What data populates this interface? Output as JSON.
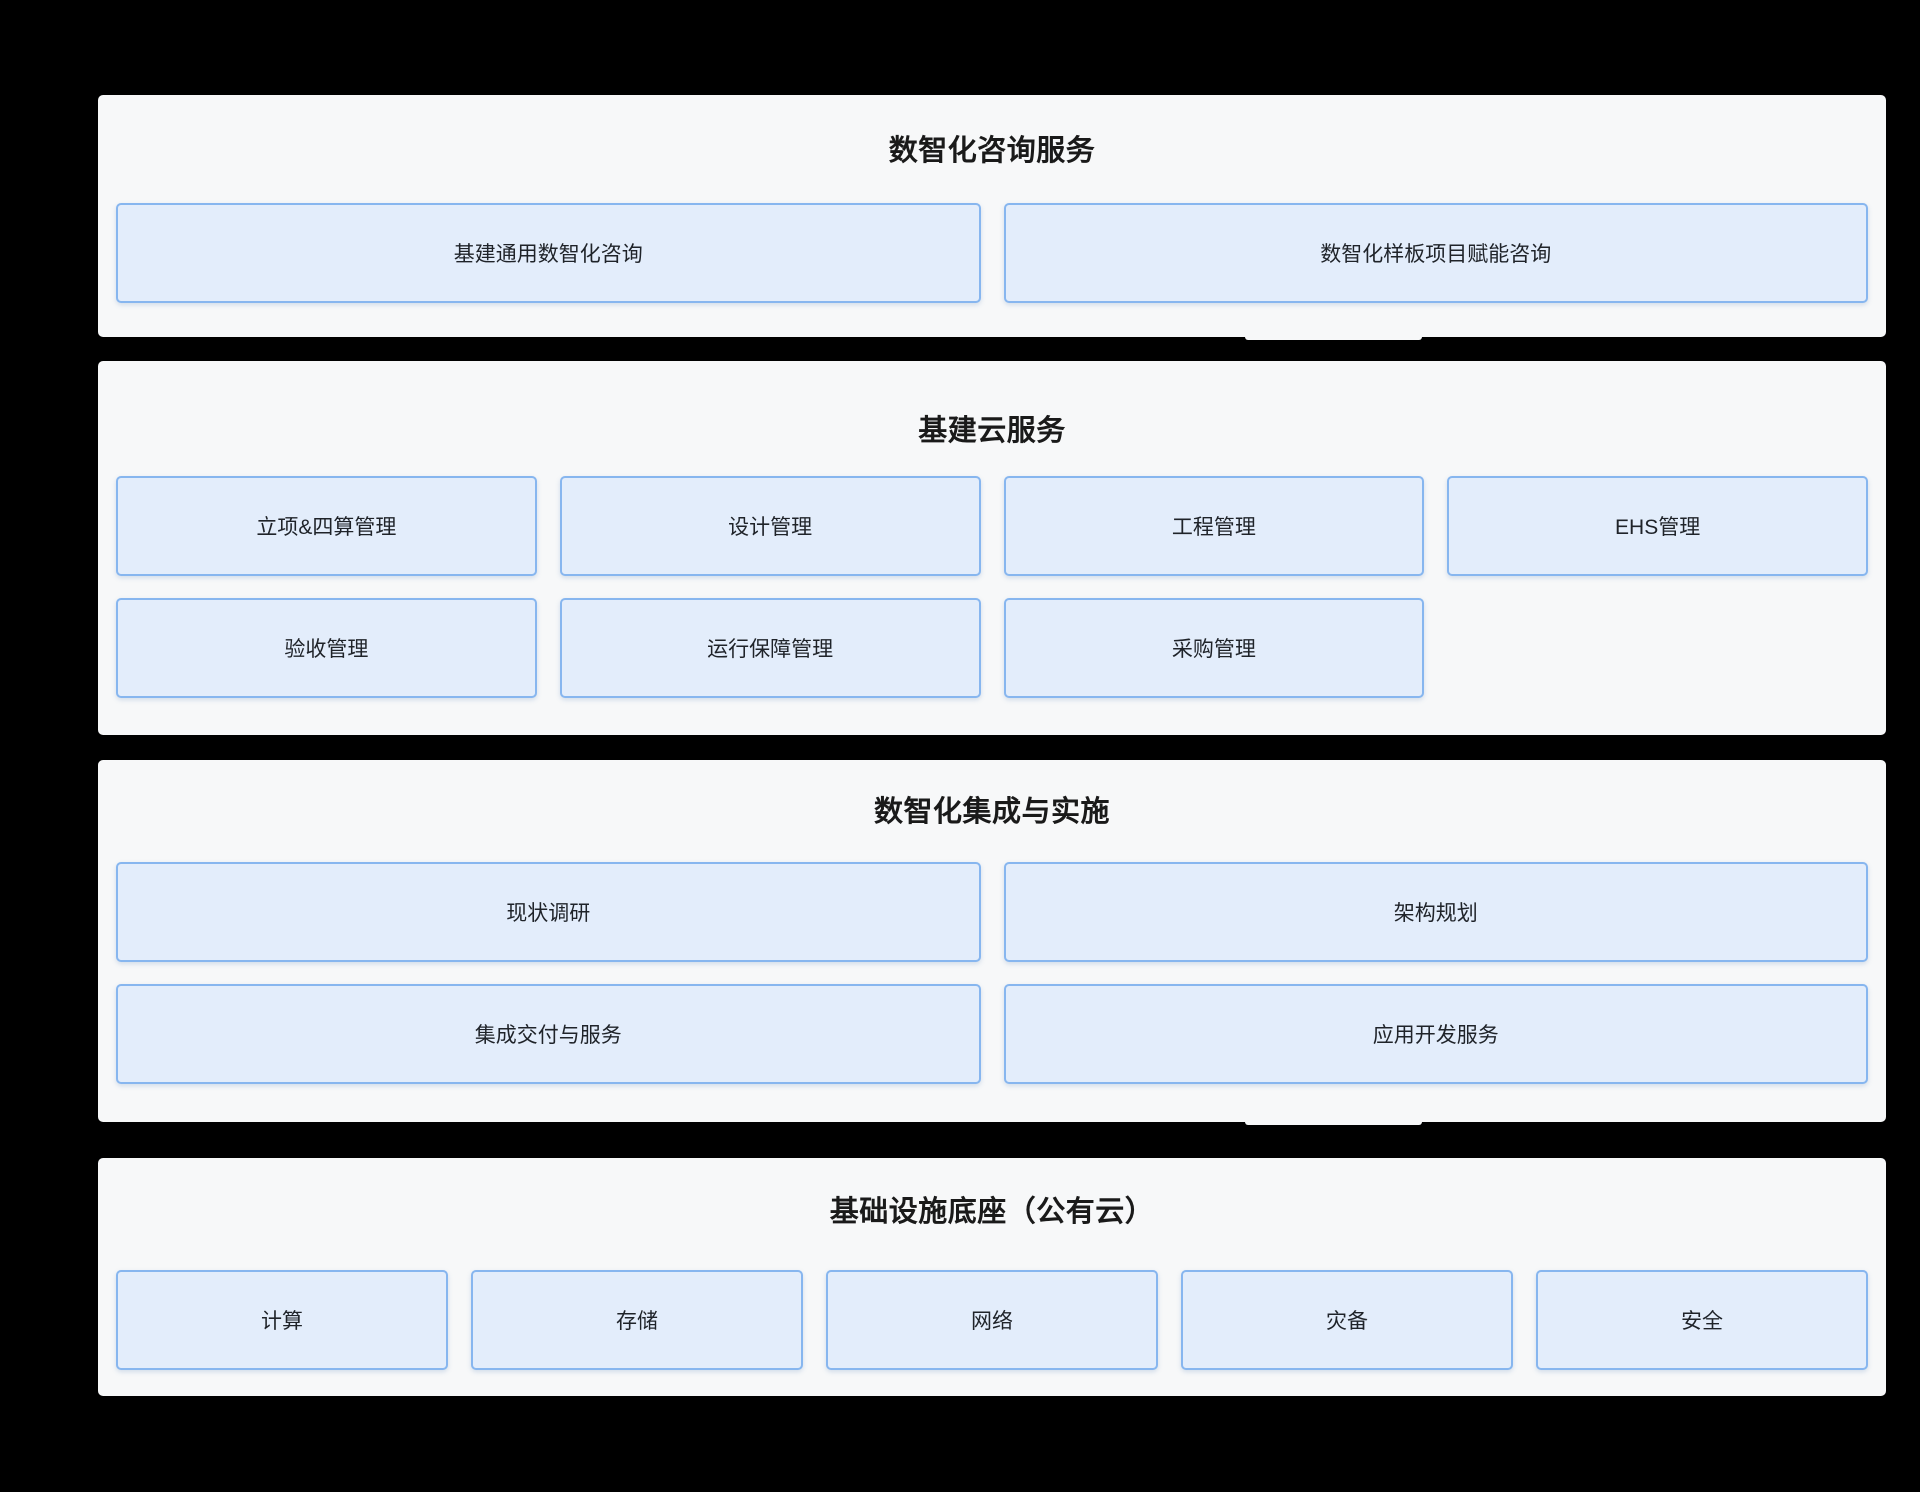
{
  "sections": [
    {
      "title": "数智化咨询服务",
      "rows": [
        [
          "基建通用数智化咨询",
          "数智化样板项目赋能咨询"
        ]
      ]
    },
    {
      "title": "基建云服务",
      "rows": [
        [
          "立项&四算管理",
          "设计管理",
          "工程管理",
          "EHS管理"
        ],
        [
          "验收管理",
          "运行保障管理",
          "采购管理"
        ]
      ]
    },
    {
      "title": "数智化集成与实施",
      "rows": [
        [
          "现状调研",
          "架构规划"
        ],
        [
          "集成交付与服务",
          "应用开发服务"
        ]
      ]
    },
    {
      "title": "基础设施底座（公有云）",
      "rows": [
        [
          "计算",
          "存储",
          "网络",
          "灾备",
          "安全"
        ]
      ]
    }
  ],
  "colors": {
    "page_background": "#000000",
    "panel_background": "#f7f8f9",
    "box_background": "#e3edfb",
    "box_border": "#87b6ef",
    "title_text": "#1a1a1a",
    "box_text": "#1f2329"
  }
}
